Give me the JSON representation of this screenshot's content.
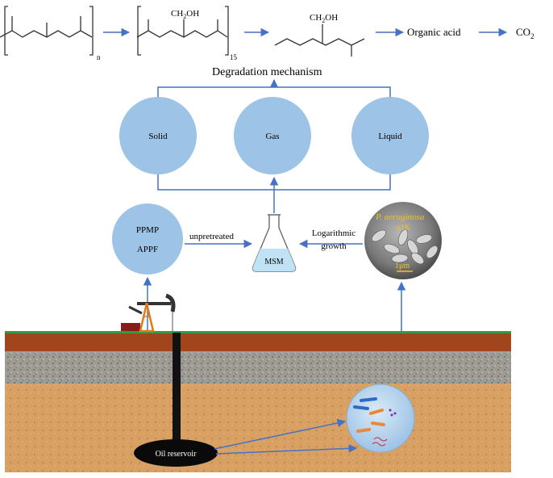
{
  "chemistry": {
    "polymer_subscript": "n",
    "oxidized_group": "CH2OH",
    "oxidized_subscript": "15",
    "fragment_group": "CH2OH",
    "organic_acid": "Organic acid",
    "co2_main": "CO",
    "co2_sub": "2"
  },
  "mechanism": {
    "title": "Degradation mechanism",
    "phases": [
      "Solid",
      "Gas",
      "Liquid"
    ]
  },
  "process": {
    "samples": [
      "PPMP",
      "APPF"
    ],
    "unpretreated_label": "unpretreated",
    "flask_label": "MSM",
    "growth_label_line1": "Logarithmic",
    "growth_label_line2": "growth",
    "microbe_name": "P. aeruginosa",
    "magnification": "x1K",
    "scale_bar": "1μm"
  },
  "ground": {
    "reservoir_label": "Oil reservoir"
  },
  "colors": {
    "arrow": "#4472c4",
    "phase_circle": "#9dc3e6",
    "grass": "#2e9e3e",
    "topsoil": "#a0451c",
    "gravel": "#9e9a94",
    "subsoil": "#d9a064",
    "microbe_label": "#f0c020"
  }
}
